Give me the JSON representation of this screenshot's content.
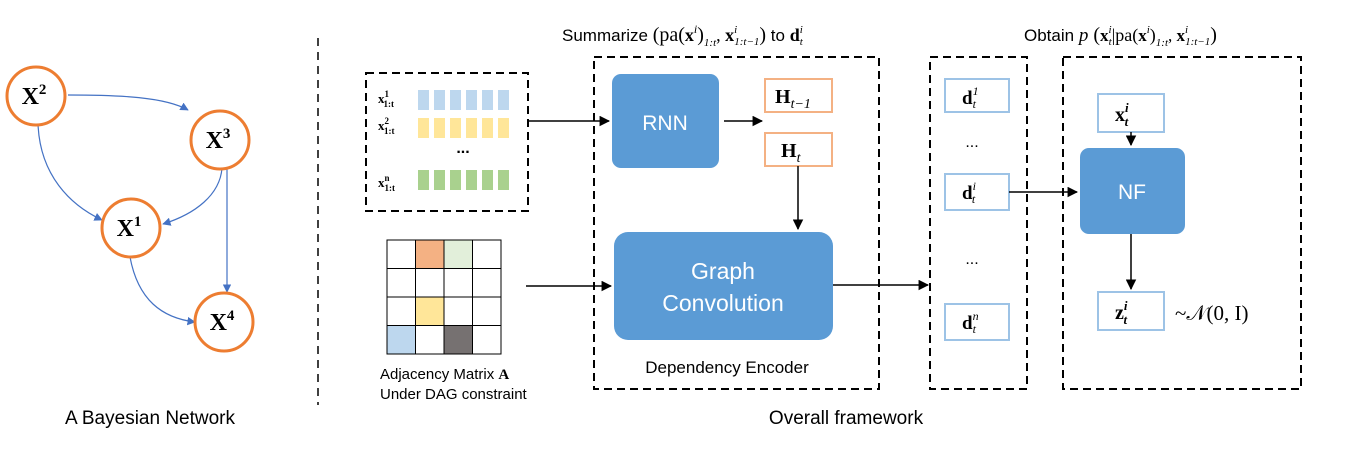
{
  "bayesian_network": {
    "caption": "A Bayesian Network",
    "nodes": [
      {
        "id": "x2",
        "base": "X",
        "sup": "2"
      },
      {
        "id": "x3",
        "base": "X",
        "sup": "3"
      },
      {
        "id": "x1",
        "base": "X",
        "sup": "1"
      },
      {
        "id": "x4",
        "base": "X",
        "sup": "4"
      }
    ],
    "edges": [
      {
        "from": "x2",
        "to": "x3"
      },
      {
        "from": "x2",
        "to": "x1"
      },
      {
        "from": "x3",
        "to": "x1"
      },
      {
        "from": "x3",
        "to": "x4"
      },
      {
        "from": "x1",
        "to": "x4"
      }
    ]
  },
  "framework": {
    "caption": "Overall framework",
    "input_series": {
      "rows": [
        {
          "base": "x",
          "sup": "1",
          "sub": "1:t"
        },
        {
          "base": "x",
          "sup": "2",
          "sub": "1:t"
        },
        {
          "base": "x",
          "sup": "n",
          "sub": "1:t"
        }
      ],
      "ellipsis": "...",
      "row_colors": [
        "#bdd7ee",
        "#ffe699",
        "#a9d18e"
      ]
    },
    "dependency_encoder": {
      "header_prefix": "Summarize",
      "header_mid": "to",
      "label": "Dependency Encoder",
      "rnn_label": "RNN",
      "graph_conv_line1": "Graph",
      "graph_conv_line2": "Convolution",
      "hidden_prev": {
        "base": "H",
        "sub": "t−1"
      },
      "hidden_curr": {
        "base": "H",
        "sub": "t"
      }
    },
    "adjacency": {
      "label_line1": "Adjacency Matrix",
      "matrix_symbol": "A",
      "label_line2": "Under DAG constraint",
      "filled_cells": [
        {
          "row": 0,
          "col": 1,
          "color": "#f4b183"
        },
        {
          "row": 0,
          "col": 2,
          "color": "#e2efda"
        },
        {
          "row": 2,
          "col": 1,
          "color": "#ffe699"
        },
        {
          "row": 3,
          "col": 0,
          "color": "#bdd7ee"
        },
        {
          "row": 3,
          "col": 2,
          "color": "#767171"
        }
      ]
    },
    "dependency_vectors": {
      "items": [
        {
          "base": "d",
          "sub": "t",
          "sup": "1"
        },
        {
          "base": "d",
          "sub": "t",
          "sup": "i"
        },
        {
          "base": "d",
          "sub": "t",
          "sup": "n"
        }
      ],
      "ellipsis": "..."
    },
    "flow": {
      "header_prefix": "Obtain",
      "nf_label": "NF",
      "input": {
        "base": "x",
        "sub": "t",
        "sup": "i"
      },
      "output": {
        "base": "z",
        "sub": "t",
        "sup": "i"
      },
      "distribution": "~𝒩(0, I)"
    }
  },
  "colors": {
    "accent_blue": "#5b9bd5",
    "node_orange": "#ed7d31",
    "hidden_border": "#f4b183",
    "vector_border": "#9dc3e6",
    "edge_blue": "#4472c4"
  }
}
